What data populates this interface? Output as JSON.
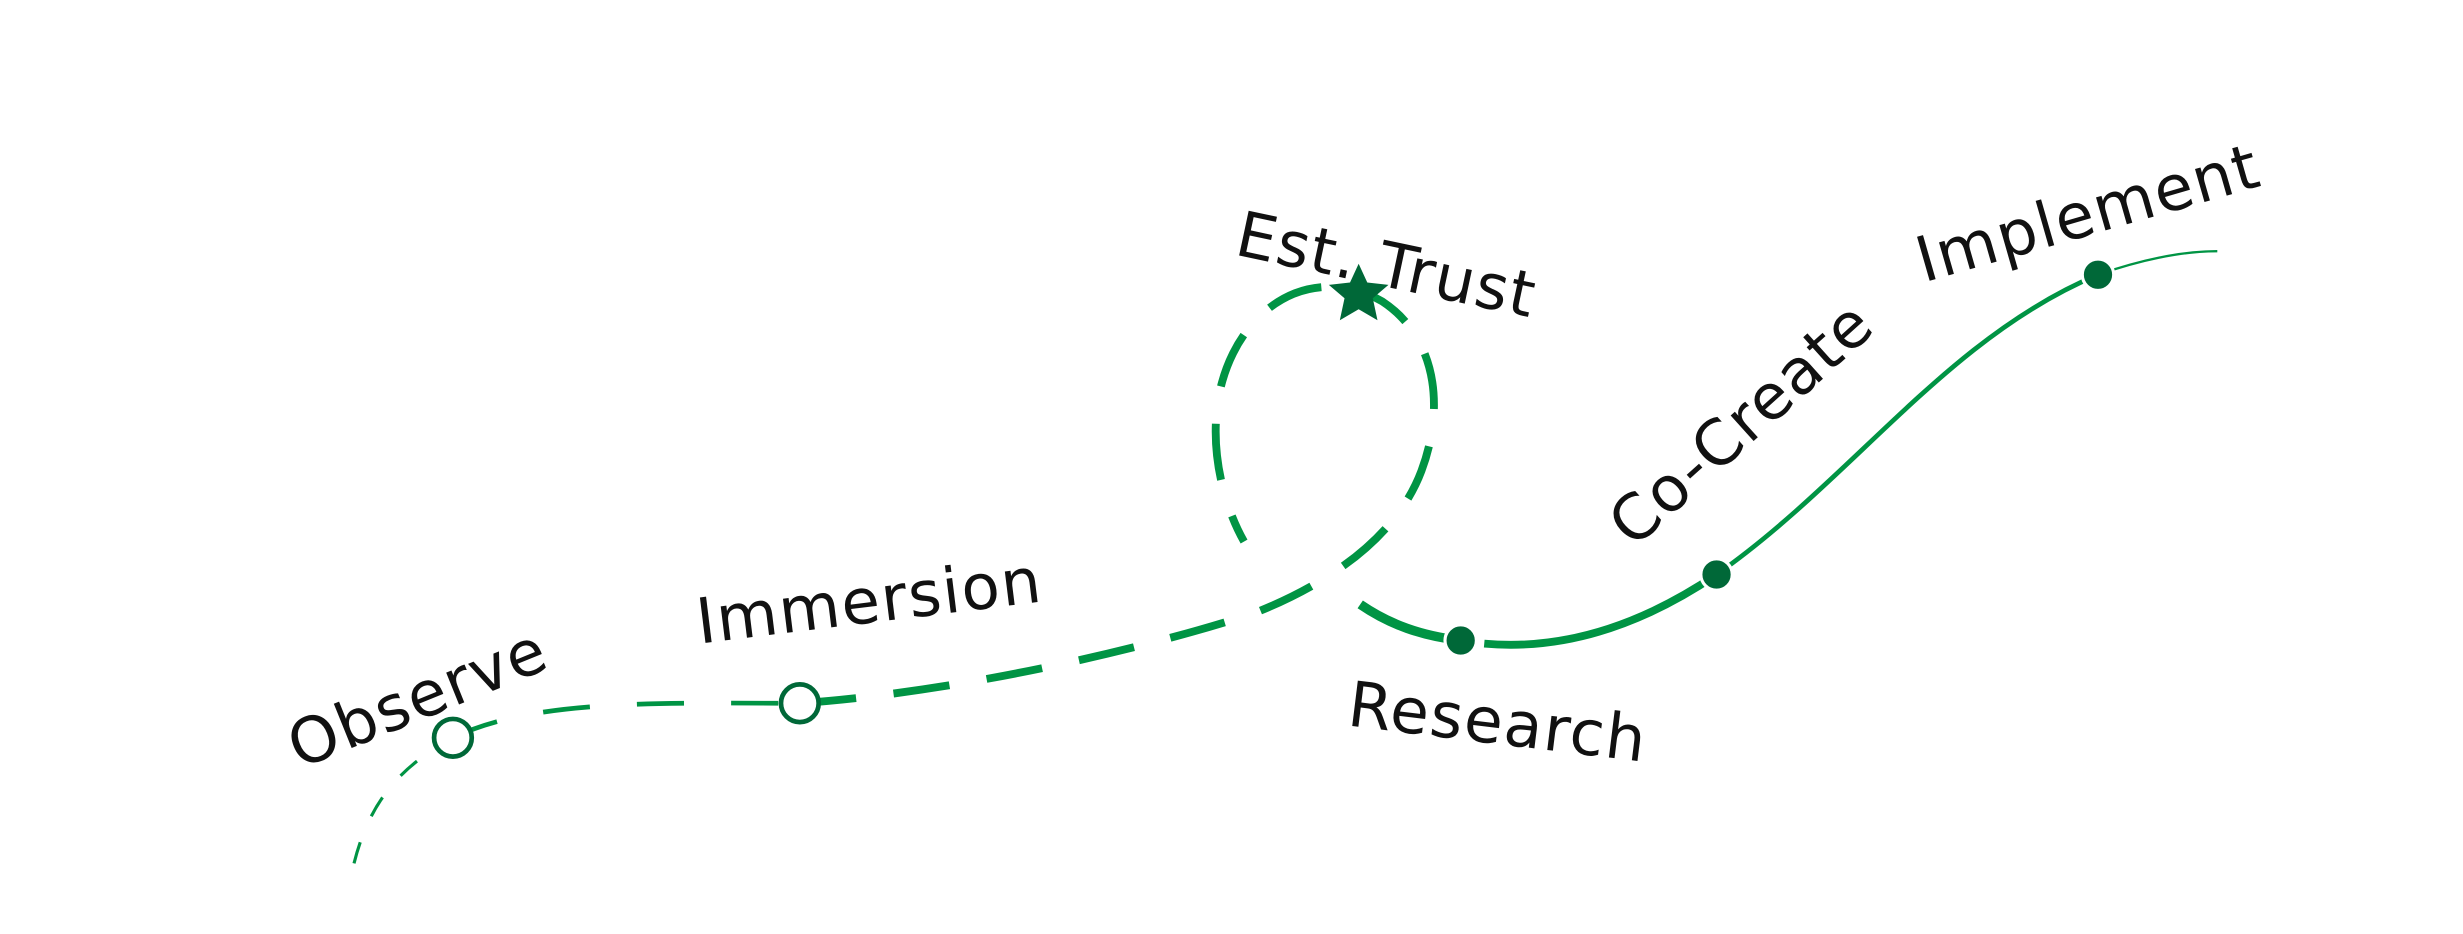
{
  "diagram": {
    "stages": [
      {
        "label": "Observe",
        "marker": "hollow-circle"
      },
      {
        "label": "Immersion",
        "marker": "hollow-circle"
      },
      {
        "label": "Est. Trust",
        "marker": "star"
      },
      {
        "label": "Research",
        "marker": "filled-circle"
      },
      {
        "label": "Co-Create",
        "marker": "filled-circle"
      },
      {
        "label": "Implement",
        "marker": "filled-circle"
      }
    ],
    "colors": {
      "path": "#009444",
      "marker": "#006838",
      "text": "#111111"
    }
  }
}
